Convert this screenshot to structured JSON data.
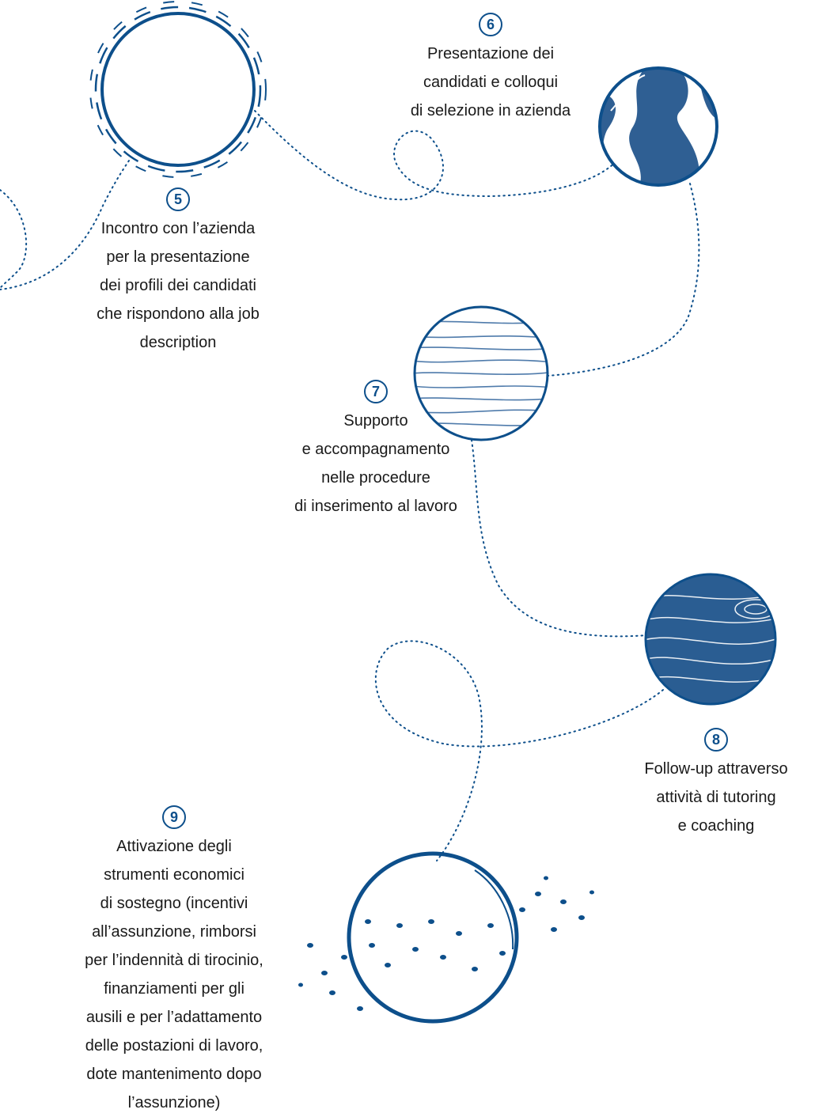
{
  "colors": {
    "accent": "#0d4f8b",
    "text": "#1a1a1a",
    "background": "#ffffff"
  },
  "steps": [
    {
      "number": "5",
      "text": "Incontro con l’azienda\nper la presentazione\ndei profili dei candidati\nche rispondono alla job\ndescription",
      "planet": "ringed-circle"
    },
    {
      "number": "6",
      "text": "Presentazione dei\ncandidati e colloqui\ndi selezione in azienda",
      "planet": "continents-sphere"
    },
    {
      "number": "7",
      "text": "Supporto\ne accompagnamento\nnelle procedure\ndi inserimento al lavoro",
      "planet": "striped-sphere"
    },
    {
      "number": "8",
      "text": "Follow-up attraverso\nattività di tutoring\ne coaching",
      "planet": "swirled-sphere"
    },
    {
      "number": "9",
      "text": "Attivazione degli\nstrumenti economici\ndi sostegno (incentivi\nall’assunzione, rimborsi\nper l’indennità di tirocinio,\nfinanziamenti per gli\nausili e per l’adattamento\ndelle postazioni di lavoro,\ndote mantenimento dopo\nl’assunzione)",
      "planet": "dotted-ring-sphere"
    }
  ]
}
